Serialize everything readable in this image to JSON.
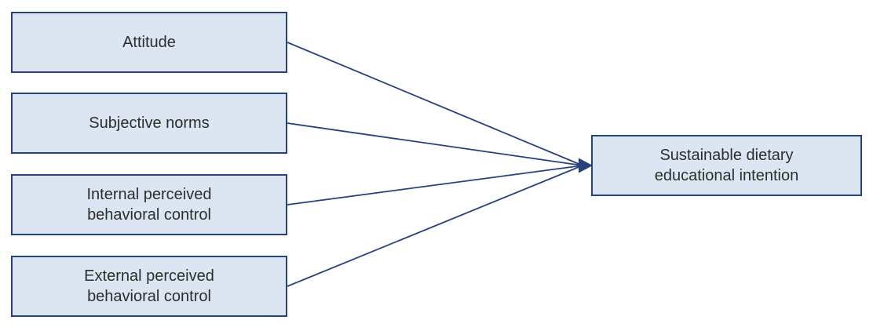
{
  "diagram": {
    "type": "path-model",
    "colors": {
      "node_fill": "#dce6f3",
      "node_border": "#26417e",
      "connector": "#26417e",
      "label_text": "#2d2d2d",
      "background": "#ffffff"
    },
    "predictors": [
      {
        "label": "Attitude"
      },
      {
        "label": "Subjective norms"
      },
      {
        "label": "Internal perceived behavioral control"
      },
      {
        "label": "External perceived behavioral control"
      }
    ],
    "outcome": {
      "label": "Sustainable dietary educational intention"
    },
    "edges": [
      {
        "from": "Attitude",
        "to": "Sustainable dietary educational intention",
        "arrow": "end"
      },
      {
        "from": "Subjective norms",
        "to": "Sustainable dietary educational intention",
        "arrow": "end"
      },
      {
        "from": "Internal perceived behavioral control",
        "to": "Sustainable dietary educational intention",
        "arrow": "end"
      },
      {
        "from": "External perceived behavioral control",
        "to": "Sustainable dietary educational intention",
        "arrow": "end"
      }
    ]
  }
}
